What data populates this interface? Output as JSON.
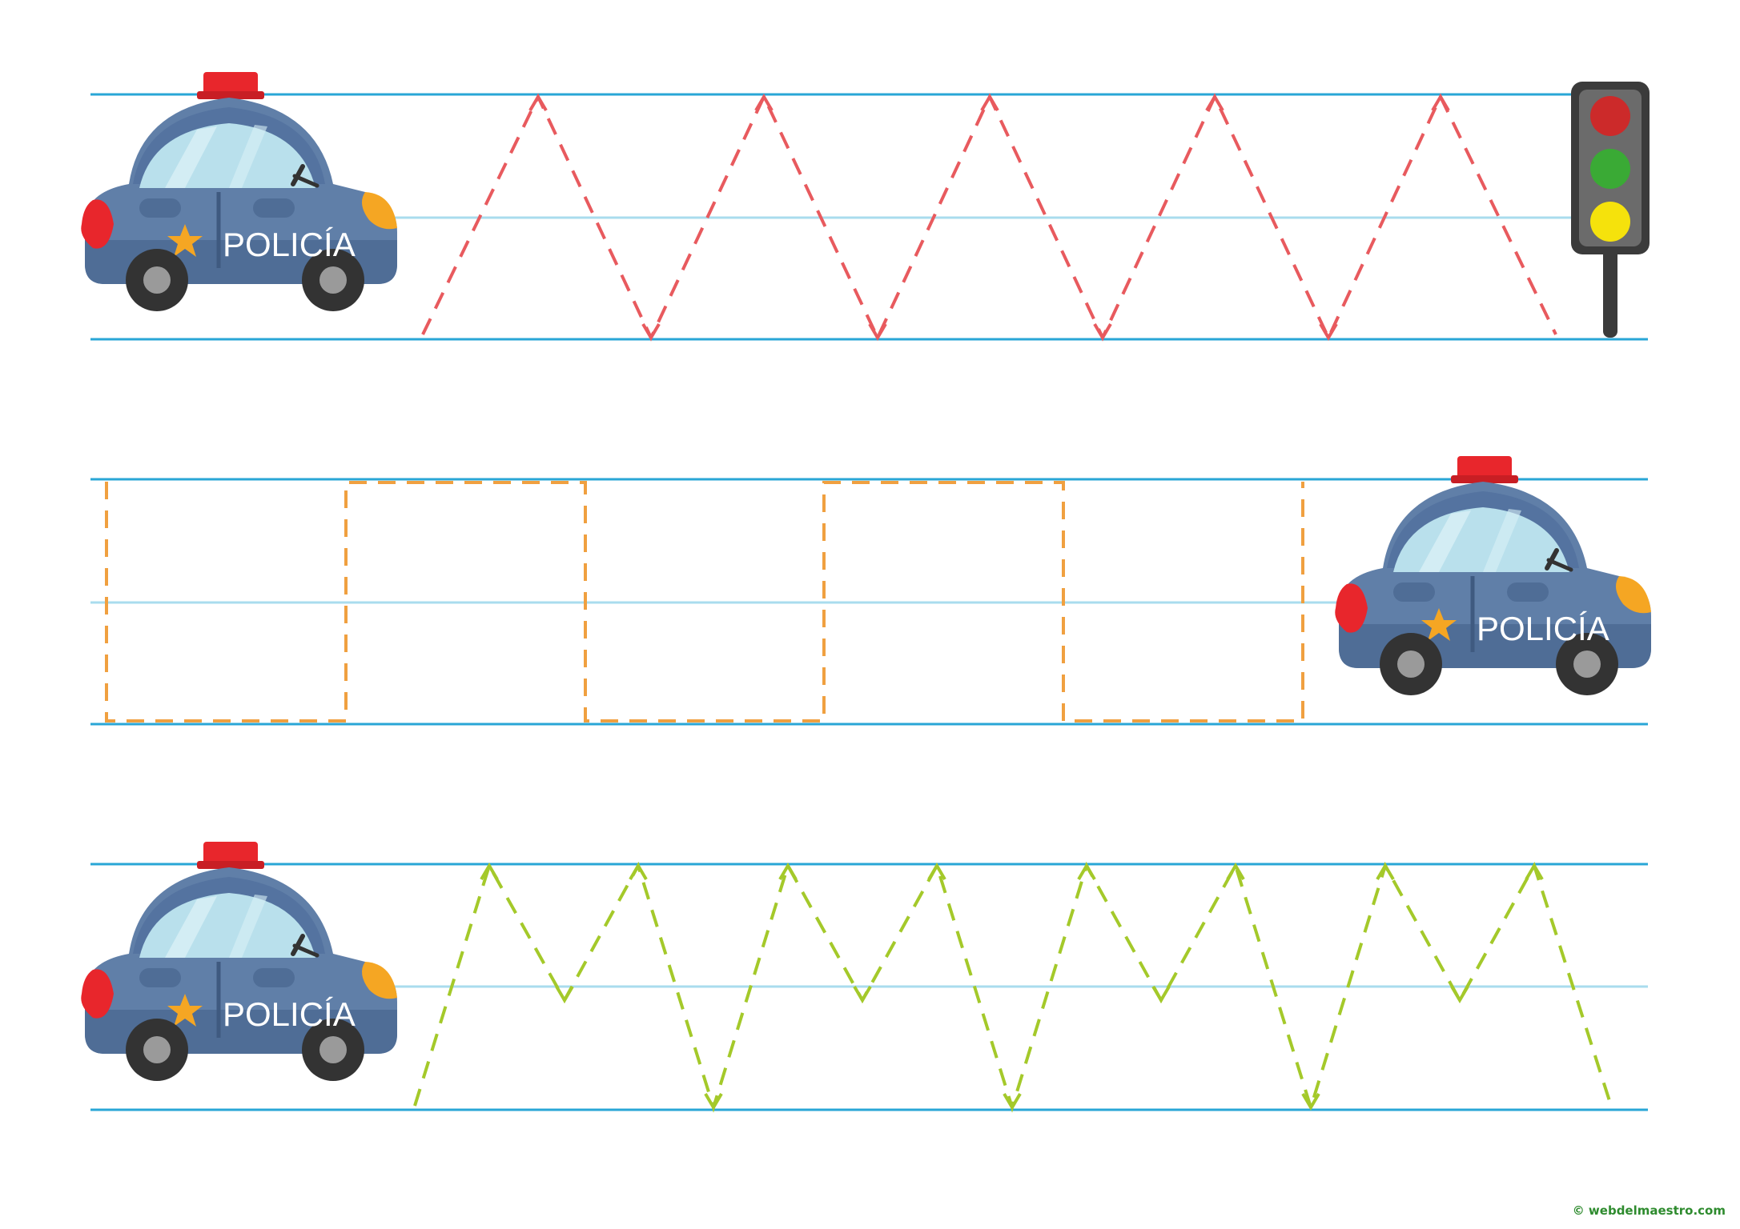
{
  "car_label": "POLICÍA",
  "copyright": "© webdelmaestro.com",
  "colors": {
    "guide_line": "#29a6d6",
    "mid_line": "#a9dcee",
    "red_trace": "#e85a5e",
    "orange_trace": "#f0a040",
    "green_trace": "#a4c92a",
    "car_body": "#607fa8",
    "car_window": "#b9e0ec",
    "siren": "#e8262c"
  },
  "rows": [
    {
      "pattern": "zigzag",
      "trace_color": "red",
      "peaks": 5,
      "car_position": "left",
      "end_object": "traffic-light"
    },
    {
      "pattern": "square-wave",
      "trace_color": "orange",
      "squares": 5,
      "car_position": "right"
    },
    {
      "pattern": "double-m-wave",
      "trace_color": "green",
      "m_groups": 4,
      "car_position": "left"
    }
  ],
  "traffic_light": {
    "lights": [
      "red",
      "green",
      "yellow"
    ]
  }
}
